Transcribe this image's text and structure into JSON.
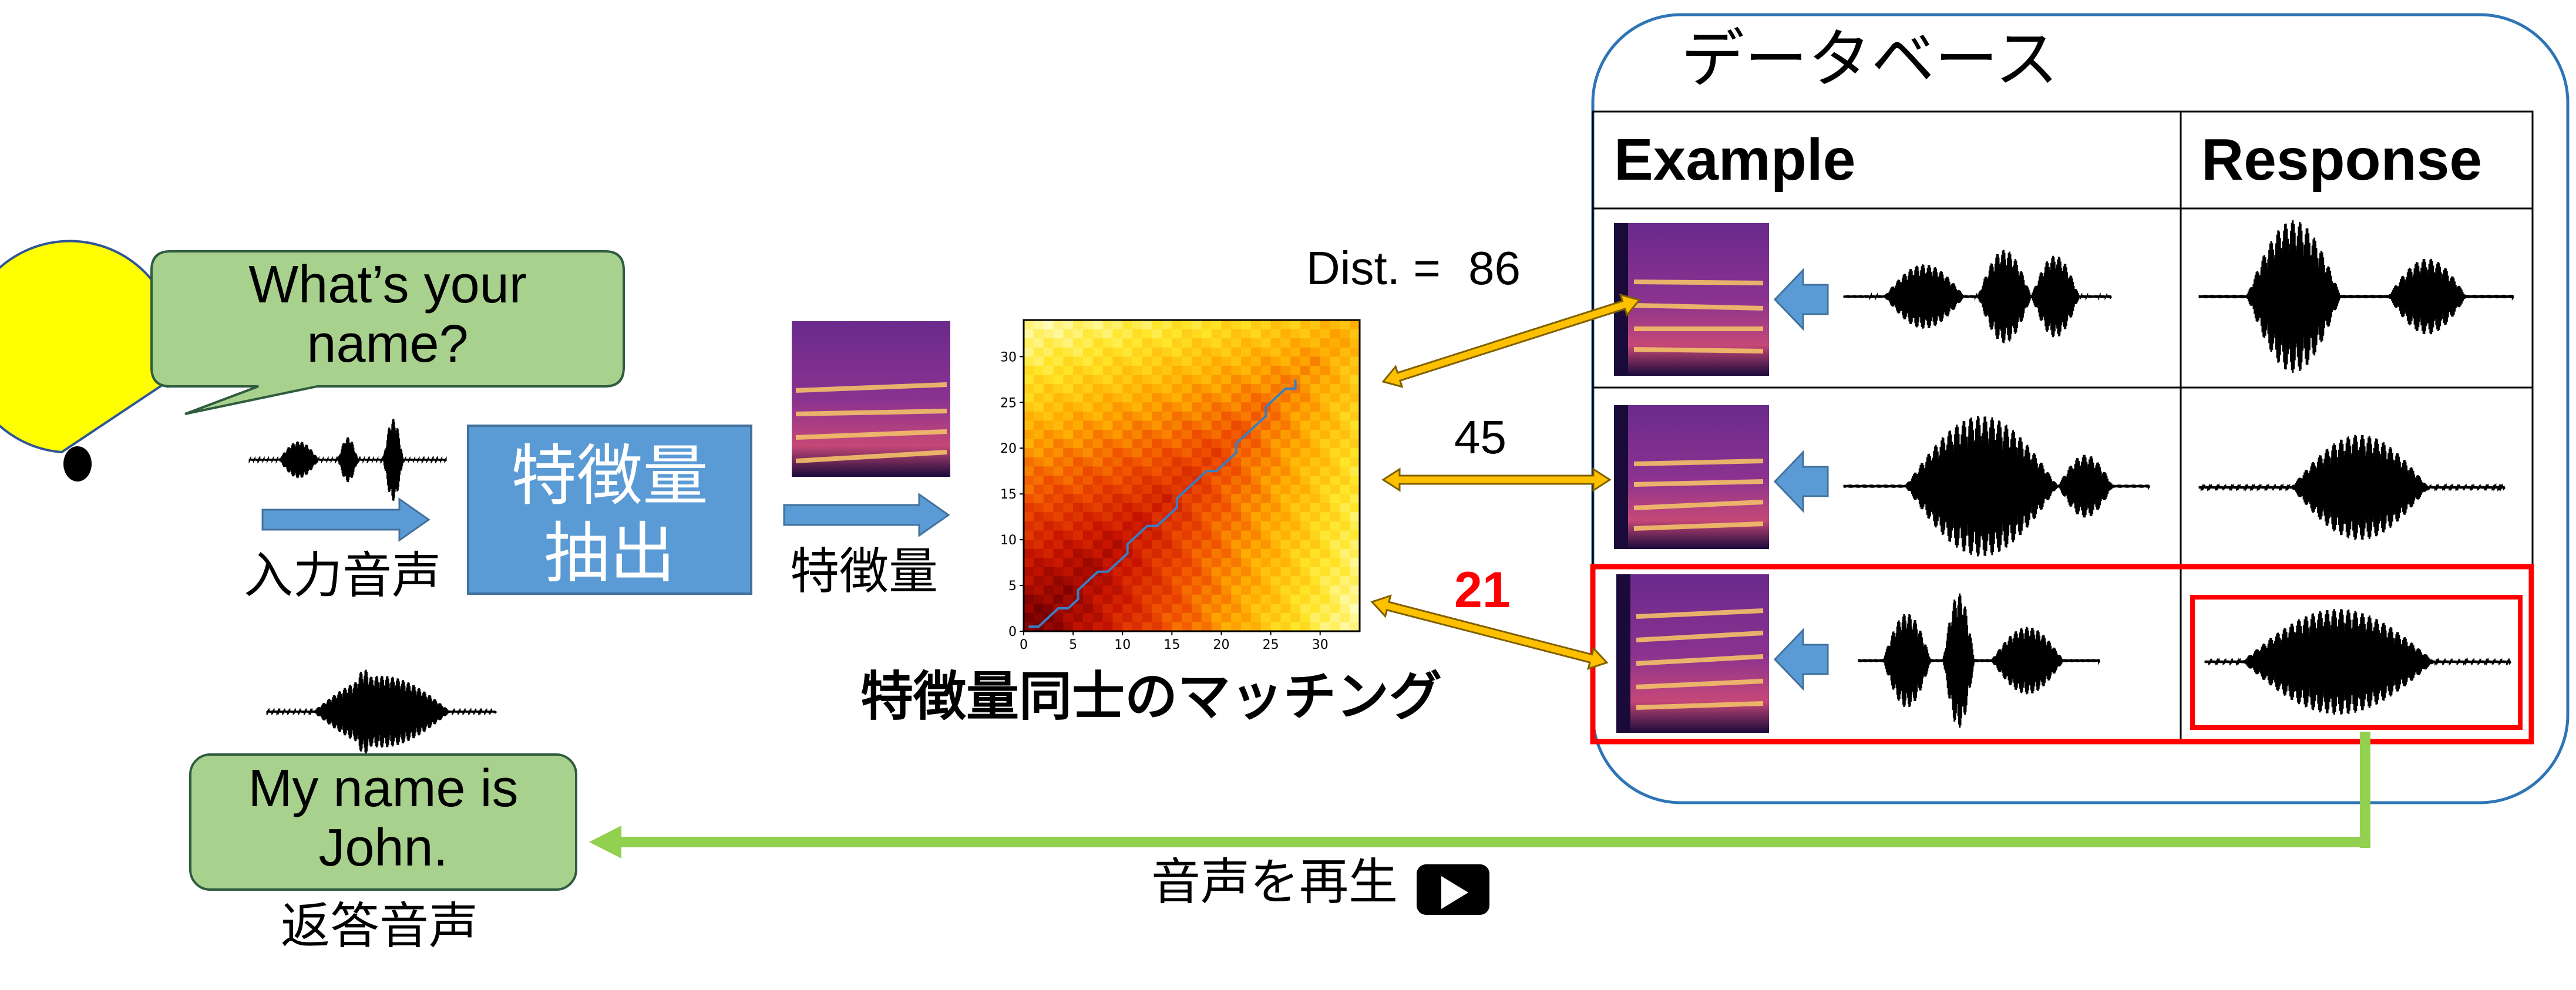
{
  "input": {
    "speech_bubble_text": "What’s your name?",
    "audio_label": "入力音声"
  },
  "extraction": {
    "box_label": "特徴量抽出",
    "features_label": "特徴量"
  },
  "matching": {
    "caption": "特徴量同士のマッチング",
    "dtw_chart": {
      "x_ticks": [
        "0",
        "5",
        "10",
        "15",
        "20",
        "25",
        "30"
      ],
      "y_ticks": [
        "0",
        "5",
        "10",
        "15",
        "20",
        "25",
        "30"
      ]
    }
  },
  "distances": {
    "label": "Dist. =",
    "values": [
      "86",
      "45",
      "21"
    ],
    "best_color": "#ff0000"
  },
  "database": {
    "title": "データベース",
    "col_example": "Example",
    "col_response": "Response"
  },
  "output": {
    "speech_bubble_text": "My name is John.",
    "audio_label": "返答音声",
    "playback_label": "音声を再生"
  },
  "colors": {
    "box_blue": "#5b9bd5",
    "bubble_green": "#a9d18e",
    "arrow_green": "#92d050",
    "arrow_orange": "#ffc000",
    "db_border": "#2e75b6",
    "highlight_red": "#ff0000",
    "pacman_yellow": "#ffff00"
  },
  "icons": [
    "pacman-icon",
    "waveform-icon",
    "spectrogram-icon",
    "play-icon"
  ]
}
